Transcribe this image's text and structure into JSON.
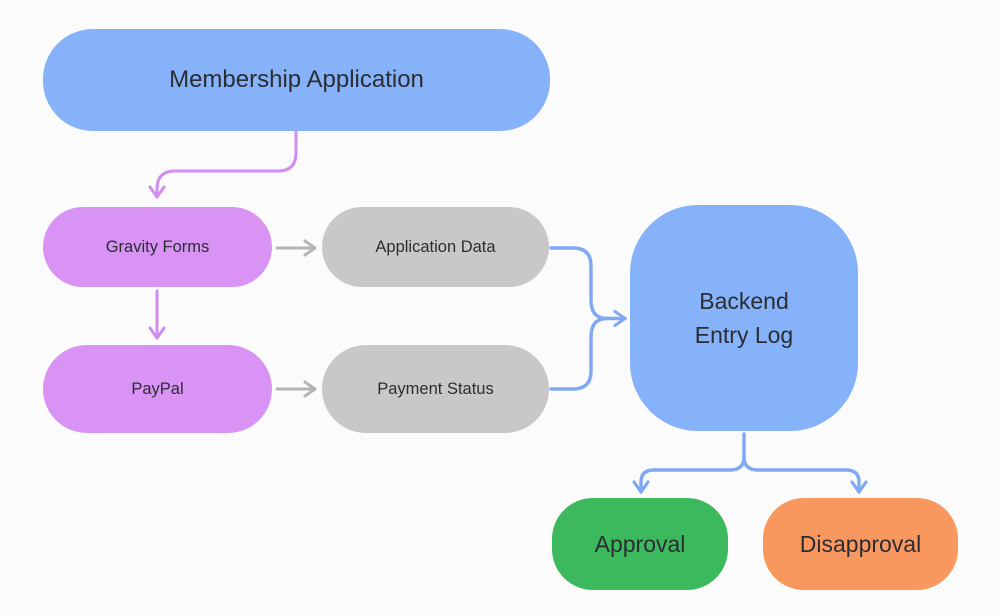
{
  "diagram": {
    "background": "#fbfbfb",
    "text_color": "#2b2d33",
    "colors": {
      "node_blue": "#85b2f8",
      "node_purple": "#d893f4",
      "node_gray": "#c9c8c6",
      "node_green": "#3cb95d",
      "node_orange": "#f8985e",
      "arrow_purple": "#cf8df0",
      "arrow_gray": "#b5b4b3",
      "arrow_blue": "#80a9f4"
    },
    "nodes": {
      "membership_application": {
        "label": "Membership Application"
      },
      "gravity_forms": {
        "label": "Gravity Forms"
      },
      "application_data": {
        "label": "Application Data"
      },
      "paypal": {
        "label": "PayPal"
      },
      "payment_status": {
        "label": "Payment Status"
      },
      "backend_entry_log": {
        "label": "Backend\nEntry Log"
      },
      "approval": {
        "label": "Approval"
      },
      "disapproval": {
        "label": "Disapproval"
      }
    },
    "edges": [
      {
        "from": "Membership Application",
        "to": "Gravity Forms",
        "color": "purple"
      },
      {
        "from": "Gravity Forms",
        "to": "Application Data",
        "color": "gray"
      },
      {
        "from": "Gravity Forms",
        "to": "PayPal",
        "color": "purple"
      },
      {
        "from": "PayPal",
        "to": "Payment Status",
        "color": "gray"
      },
      {
        "from": "Application Data",
        "to": "Backend Entry Log",
        "color": "blue"
      },
      {
        "from": "Payment Status",
        "to": "Backend Entry Log",
        "color": "blue"
      },
      {
        "from": "Backend Entry Log",
        "to": "Approval",
        "color": "blue"
      },
      {
        "from": "Backend Entry Log",
        "to": "Disapproval",
        "color": "blue"
      }
    ]
  }
}
